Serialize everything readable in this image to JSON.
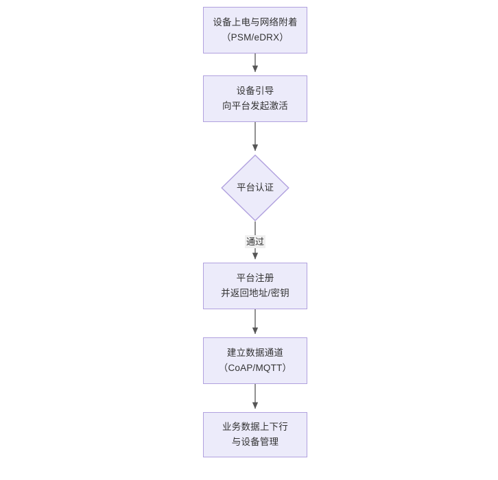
{
  "diagram": {
    "type": "flowchart",
    "orientation": "top-to-bottom",
    "background_color": "#ffffff",
    "node_fill_color": "#ecebfa",
    "node_border_color": "#b0a0de",
    "text_color": "#333333",
    "edge_color": "#555555",
    "edge_label_background": "#f0f0f0"
  },
  "nodes": [
    {
      "id": "power",
      "shape": "rectangle",
      "line1": "设备上电与网络附着",
      "line2": "（PSM/eDRX）"
    },
    {
      "id": "bootstrap",
      "shape": "rectangle",
      "line1": "设备引导",
      "line2": "向平台发起激活"
    },
    {
      "id": "auth",
      "shape": "diamond",
      "line1": "平台认证",
      "line2": ""
    },
    {
      "id": "register",
      "shape": "rectangle",
      "line1": "平台注册",
      "line2": "并返回地址/密钥"
    },
    {
      "id": "channel",
      "shape": "rectangle",
      "line1": "建立数据通道",
      "line2": "（CoAP/MQTT）"
    },
    {
      "id": "data",
      "shape": "rectangle",
      "line1": "业务数据上下行",
      "line2": "与设备管理"
    }
  ],
  "edges": [
    {
      "from": "power",
      "to": "bootstrap",
      "label": ""
    },
    {
      "from": "bootstrap",
      "to": "auth",
      "label": ""
    },
    {
      "from": "auth",
      "to": "register",
      "label": "通过"
    },
    {
      "from": "register",
      "to": "channel",
      "label": ""
    },
    {
      "from": "channel",
      "to": "data",
      "label": ""
    }
  ]
}
